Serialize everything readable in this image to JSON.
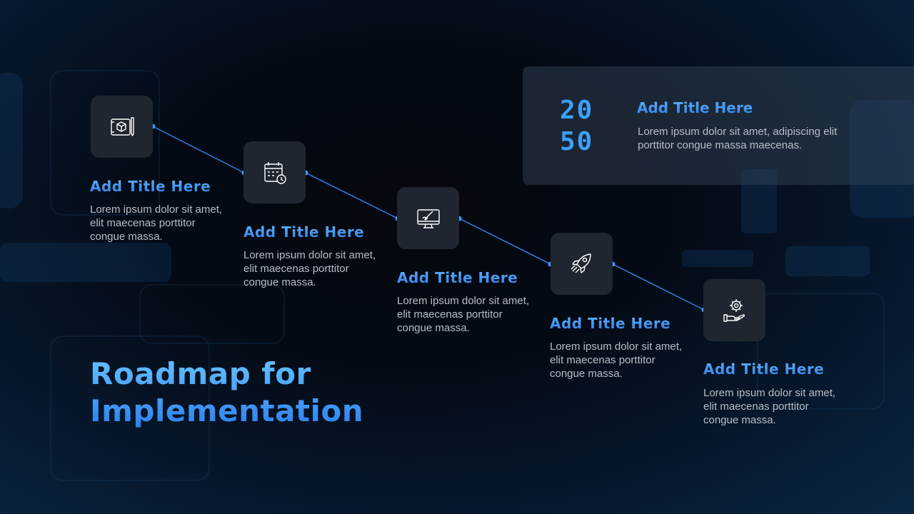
{
  "title": {
    "line1": "Roadmap for",
    "line2": "Implementation"
  },
  "highlight": {
    "year_top": "20",
    "year_bottom": "50",
    "title": "Add Title Here",
    "description": "Lorem ipsum dolor sit amet, adipiscing elit porttitor congue massa maecenas."
  },
  "steps": [
    {
      "icon": "blueprint-icon",
      "title": "Add Title Here",
      "description": "Lorem ipsum dolor sit amet, elit maecenas porttitor congue massa."
    },
    {
      "icon": "calendar-clock-icon",
      "title": "Add Title Here",
      "description": "Lorem ipsum dolor sit amet, elit maecenas porttitor congue massa."
    },
    {
      "icon": "monitor-design-icon",
      "title": "Add Title Here",
      "description": "Lorem ipsum dolor sit amet, elit maecenas porttitor congue massa."
    },
    {
      "icon": "rocket-icon",
      "title": "Add Title Here",
      "description": "Lorem ipsum dolor sit amet, elit maecenas porttitor congue massa."
    },
    {
      "icon": "hand-gear-icon",
      "title": "Add Title Here",
      "description": "Lorem ipsum dolor sit amet, elit maecenas porttitor congue massa."
    }
  ],
  "colors": {
    "accent": "#3d9bff",
    "node_bg": "#1f262f",
    "text_muted": "#b8bec6",
    "connector": "#2f7fe8"
  }
}
